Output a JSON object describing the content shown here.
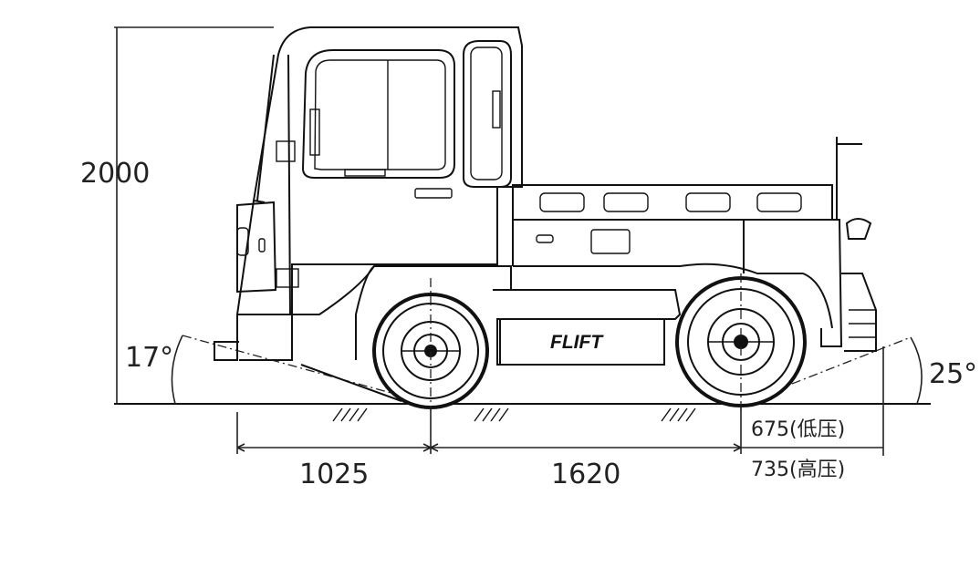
{
  "dimensions": {
    "height": "2000",
    "front_overhang": "1025",
    "wheelbase": "1620",
    "ground_clearance_low": "675(低压)",
    "ground_clearance_high": "735(高压)",
    "approach_angle": "17°",
    "departure_angle": "25°"
  },
  "vehicle": {
    "brand": "FLIFT"
  }
}
